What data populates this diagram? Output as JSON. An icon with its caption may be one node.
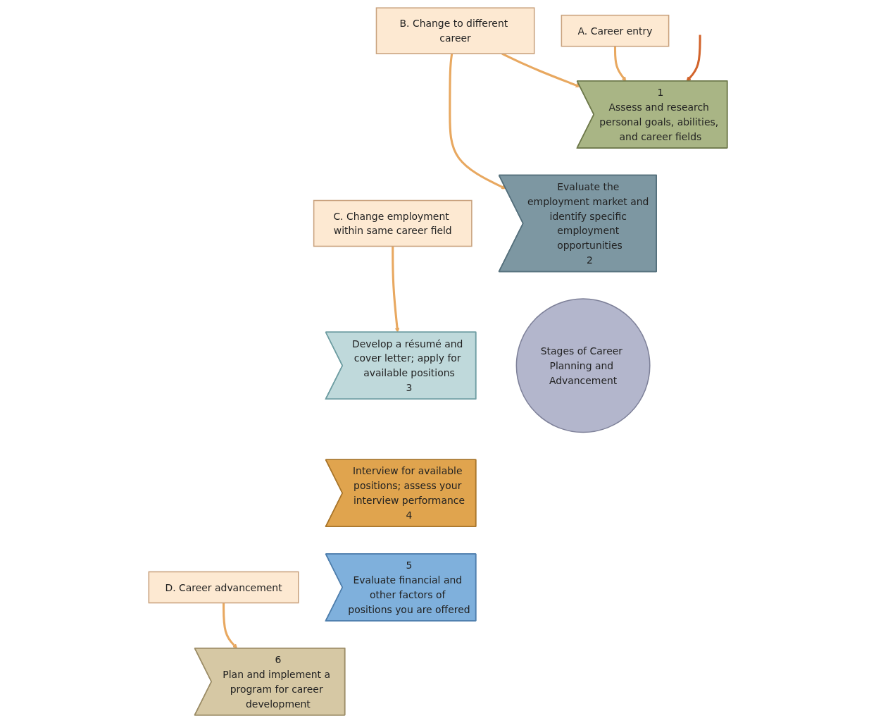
{
  "diagram": {
    "nodes": [
      {
        "text": [
          "B. Change to different career"
        ]
      },
      {
        "text": [
          "A. Career entry"
        ]
      },
      {
        "text": [
          "C. Change employment within same career field"
        ]
      },
      {
        "text": [
          "1",
          "Assess and research personal goals, abilities, and career fields"
        ]
      },
      {
        "text": [
          "Evaluate the employment market and identify specific employment opportunities",
          "2"
        ]
      },
      {
        "text": [
          "Develop a résumé and cover letter; apply for available positions",
          "3"
        ]
      },
      {
        "text": [
          "Stages of Career Planning and Advancement"
        ]
      },
      {
        "text": [
          "Interview for available positions; assess your interview performance",
          "4"
        ]
      },
      {
        "text": [
          "5",
          "Evaluate financial and other factors of positions you are offered"
        ]
      },
      {
        "text": [
          "6",
          "Plan and implement a program for career development"
        ]
      },
      {
        "text": [
          "D. Career advancement"
        ]
      }
    ],
    "edges": [
      {
        "from": 0,
        "to": 3,
        "arrow": "to"
      },
      {
        "from": 0,
        "to": 4,
        "arrow": "to"
      },
      {
        "from": 1,
        "to": 3,
        "arrow": "to"
      },
      {
        "from": 2,
        "to": 5,
        "arrow": "to"
      },
      {
        "from": 10,
        "to": 9,
        "arrow": "to"
      },
      {
        "from": null,
        "to": 3,
        "arrow": "to",
        "color": "#d2642c"
      }
    ]
  }
}
